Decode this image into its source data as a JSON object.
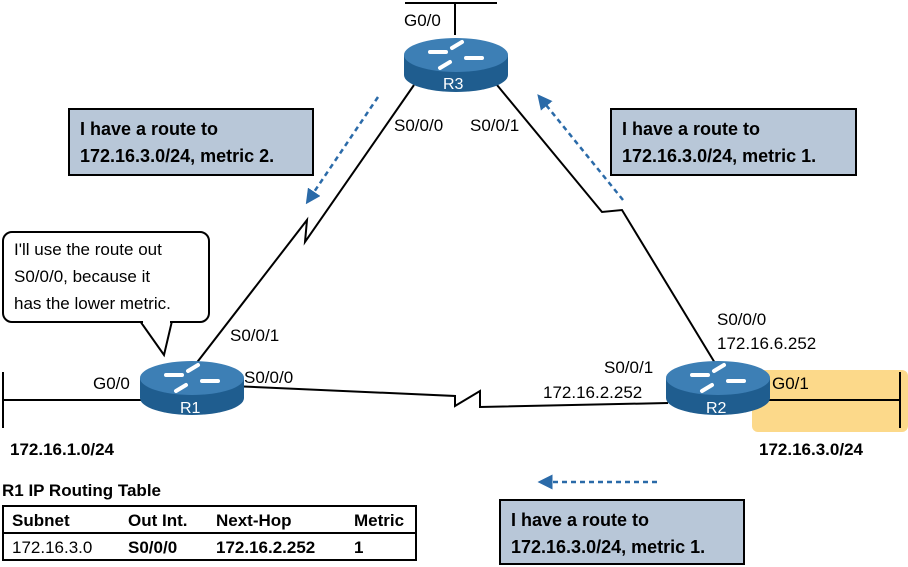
{
  "routers": {
    "r1": {
      "name": "R1"
    },
    "r2": {
      "name": "R2"
    },
    "r3": {
      "name": "R3"
    }
  },
  "interfaces": {
    "r3_g0": "G0/0",
    "r3_s000": "S0/0/0",
    "r3_s001": "S0/0/1",
    "r1_g0": "G0/0",
    "r1_s001": "S0/0/1",
    "r1_s000": "S0/0/0",
    "r2_s001": "S0/0/1",
    "r2_s001_ip": "172.16.2.252",
    "r2_s000": "S0/0/0",
    "r2_s000_ip": "172.16.6.252",
    "r2_g01": "G0/1"
  },
  "subnets": {
    "left": "172.16.1.0/24",
    "right": "172.16.3.0/24"
  },
  "messages": {
    "left_line1": "I have a route to",
    "left_line2": "172.16.3.0/24, metric 2.",
    "right_line1": "I have a route to",
    "right_line2": "172.16.3.0/24, metric 1.",
    "bottom_line1": "I have a route to",
    "bottom_line2": "172.16.3.0/24, metric 1."
  },
  "bubble": {
    "line1": "I'll use the route out",
    "line2": "S0/0/0, because it",
    "line3": "has the lower metric."
  },
  "routing_table": {
    "title": "R1 IP Routing Table",
    "headers": [
      "Subnet",
      "Out Int.",
      "Next-Hop",
      "Metric"
    ],
    "row": [
      "172.16.3.0",
      "S0/0/0",
      "172.16.2.252",
      "1"
    ]
  },
  "colors": {
    "router_top": "#3d7fb5",
    "router_side": "#1f5d8f",
    "message_fill": "#b8c7d8",
    "highlight": "#fcd98a",
    "arrow": "#2a6aa8"
  }
}
